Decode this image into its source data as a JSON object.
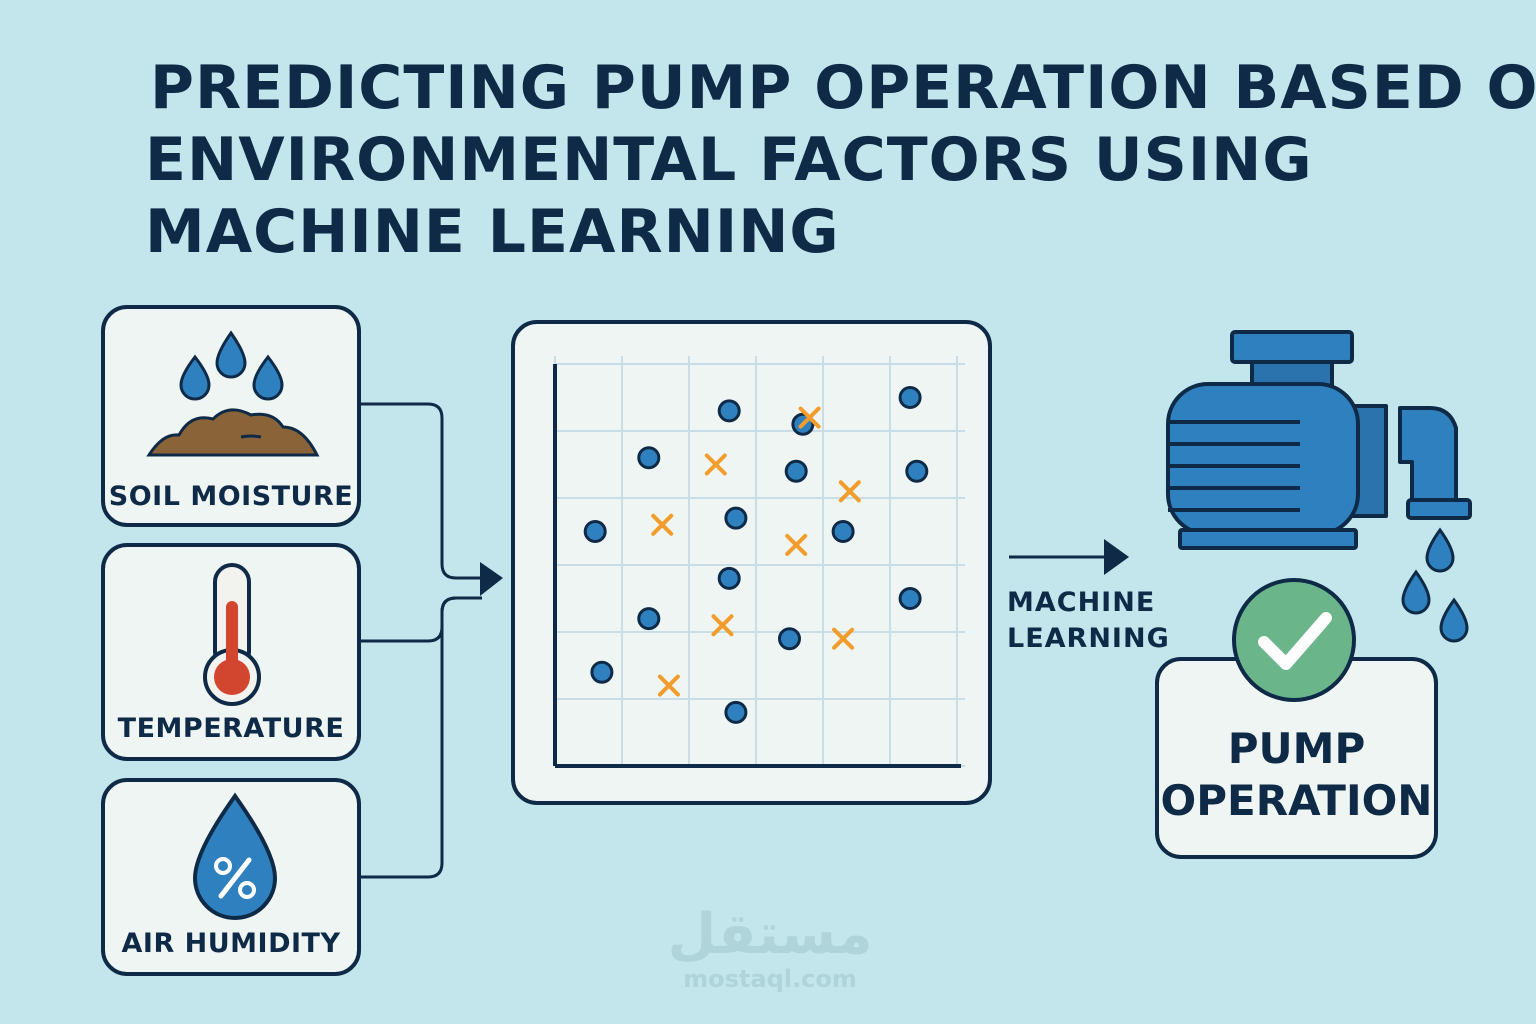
{
  "title": {
    "line1": "PREDICTING PUMP OPERATION BASED ON",
    "line2": "ENVIRONMENTAL FACTORS USING",
    "line3": "MACHINE LEARNING"
  },
  "inputs": [
    {
      "label": "SOIL MOISTURE",
      "icon": "soil-moisture-icon"
    },
    {
      "label": "TEMPERATURE",
      "icon": "thermometer-icon"
    },
    {
      "label": "AIR HUMIDITY",
      "icon": "humidity-drop-icon"
    }
  ],
  "process": {
    "line1": "MACHINE",
    "line2": "LEARNING"
  },
  "output": {
    "line1": "PUMP",
    "line2": "OPERATION",
    "icon": "check-icon"
  },
  "colors": {
    "navy": "#0f2a47",
    "circle_fill": "#2f80be",
    "cross": "#f29d2b",
    "check_green": "#6bb58a",
    "background": "#c2e6ec",
    "card": "#eef5f3"
  },
  "watermark": {
    "arabic": "مستقل",
    "latin": "mostaql.com"
  },
  "chart_data": {
    "type": "scatter",
    "xlim": [
      0,
      6
    ],
    "ylim": [
      0,
      6
    ],
    "grid": true,
    "series": [
      {
        "marker": "circle",
        "points": [
          [
            2.6,
            5.3
          ],
          [
            5.3,
            5.5
          ],
          [
            3.7,
            5.1
          ],
          [
            1.4,
            4.6
          ],
          [
            3.6,
            4.4
          ],
          [
            5.4,
            4.4
          ],
          [
            2.7,
            3.7
          ],
          [
            0.6,
            3.5
          ],
          [
            4.3,
            3.5
          ],
          [
            2.6,
            2.8
          ],
          [
            5.3,
            2.5
          ],
          [
            1.4,
            2.2
          ],
          [
            3.5,
            1.9
          ],
          [
            0.7,
            1.4
          ],
          [
            2.7,
            0.8
          ]
        ]
      },
      {
        "marker": "cross",
        "points": [
          [
            3.8,
            5.2
          ],
          [
            2.4,
            4.5
          ],
          [
            4.4,
            4.1
          ],
          [
            1.6,
            3.6
          ],
          [
            3.6,
            3.3
          ],
          [
            2.5,
            2.1
          ],
          [
            4.3,
            1.9
          ],
          [
            1.7,
            1.2
          ]
        ]
      }
    ]
  }
}
